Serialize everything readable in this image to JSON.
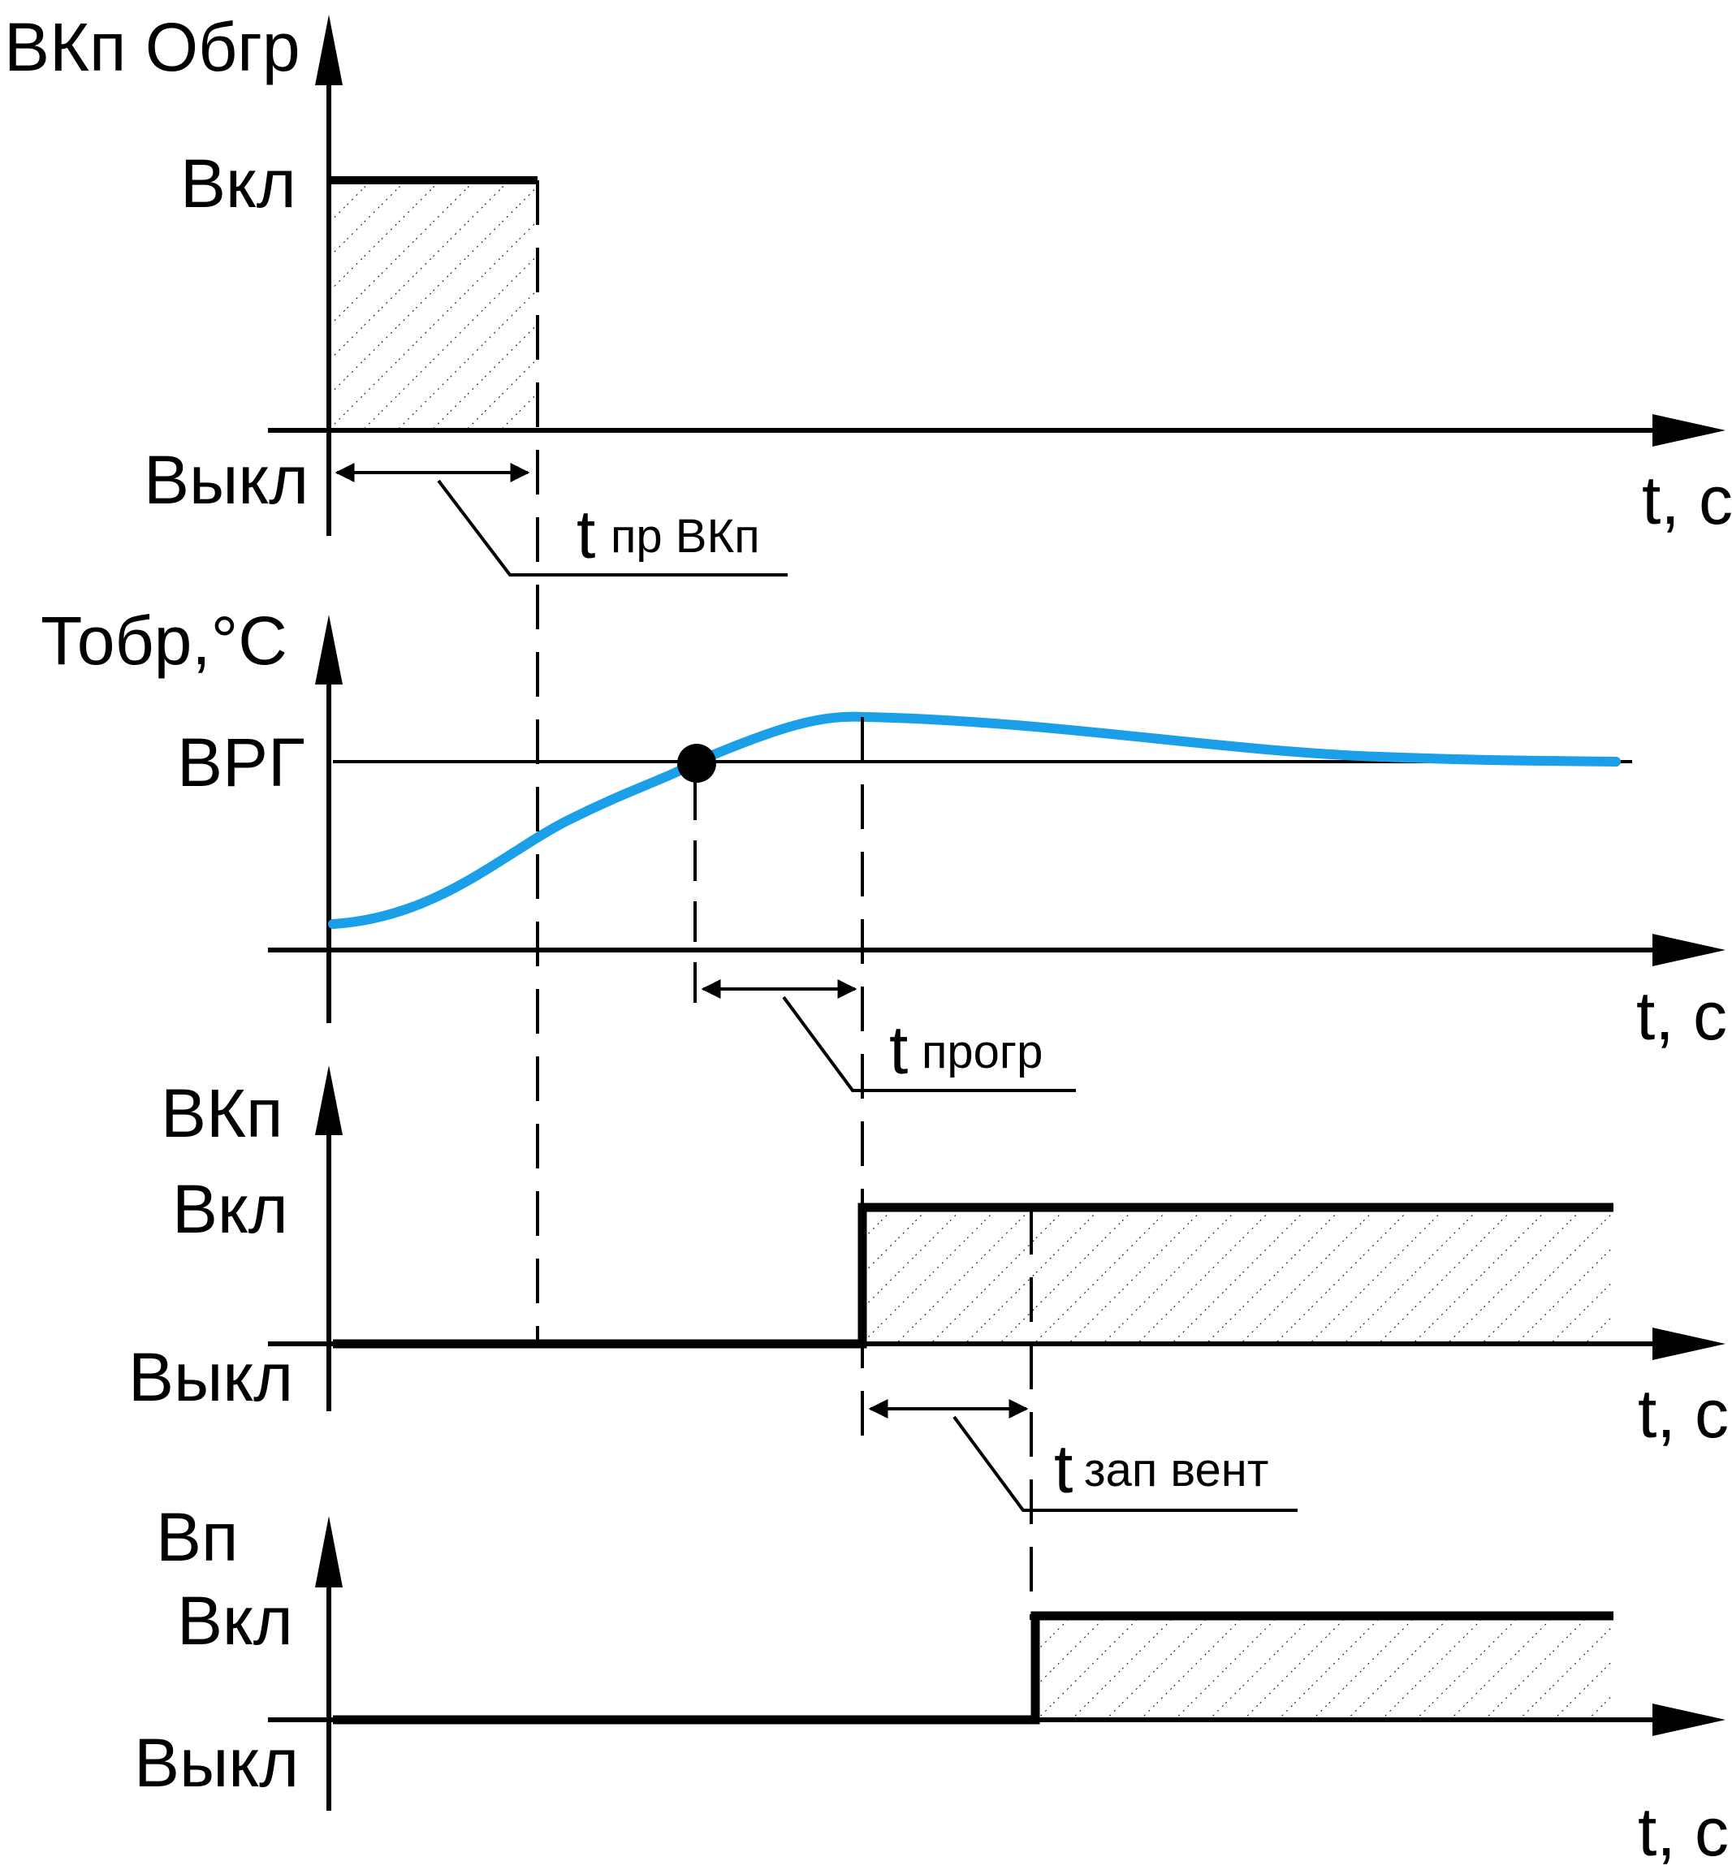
{
  "panels": {
    "p1": {
      "ylabel": "ВКп Обгр",
      "on": "Вкл",
      "off": "Выкл",
      "xlabel": "t, c"
    },
    "p2": {
      "ylabel": "Тобр,°С",
      "level": "ВРГ",
      "xlabel": "t, c"
    },
    "p3": {
      "ylabel": "ВКп",
      "on": "Вкл",
      "off": "Выкл",
      "xlabel": "t, c"
    },
    "p4": {
      "ylabel": "Вп",
      "on": "Вкл",
      "off": "Выкл",
      "xlabel": "t, c"
    }
  },
  "intervals": {
    "t1": {
      "t": "t",
      "sub": "пр ВКп"
    },
    "t2": {
      "t": "t",
      "sub": "прогр"
    },
    "t3": {
      "t": "t",
      "sub": "зап вент"
    }
  },
  "colors": {
    "curve": "#1a9fe8",
    "line": "#000000"
  }
}
